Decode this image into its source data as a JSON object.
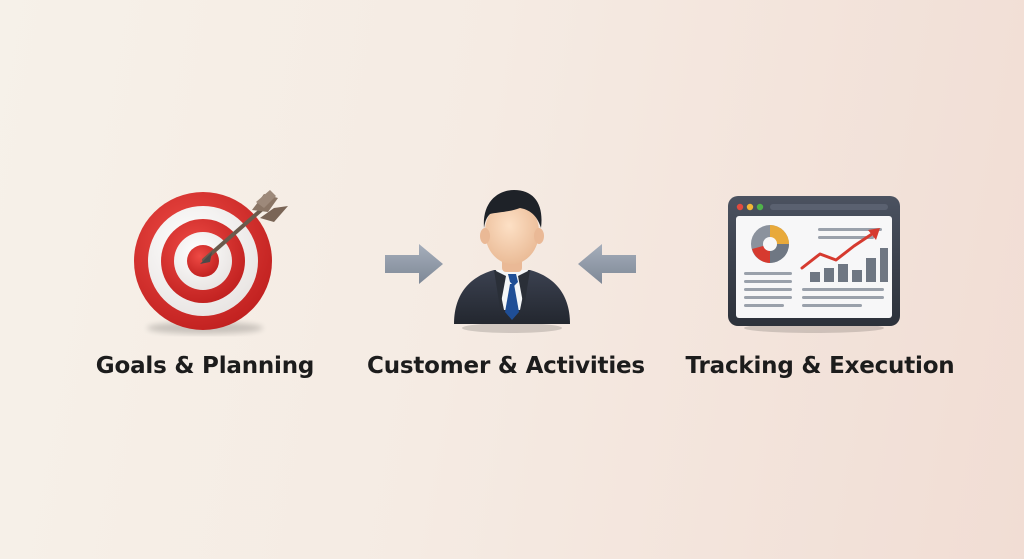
{
  "steps": [
    {
      "label": "Goals & Planning",
      "icon": "target-arrow-icon"
    },
    {
      "label": "Customer & Activities",
      "icon": "businessman-icon"
    },
    {
      "label": "Tracking & Execution",
      "icon": "analytics-dashboard-icon"
    }
  ],
  "connectors": [
    {
      "direction": "right",
      "icon": "arrow-right-icon"
    },
    {
      "direction": "left",
      "icon": "arrow-left-icon"
    }
  ],
  "colors": {
    "target_red": "#d9322f",
    "suit": "#2e3340",
    "tie": "#1f4e96",
    "arrow": "#8d97a6",
    "chart_red": "#d63a2f",
    "label_text": "#1c1c1c"
  }
}
